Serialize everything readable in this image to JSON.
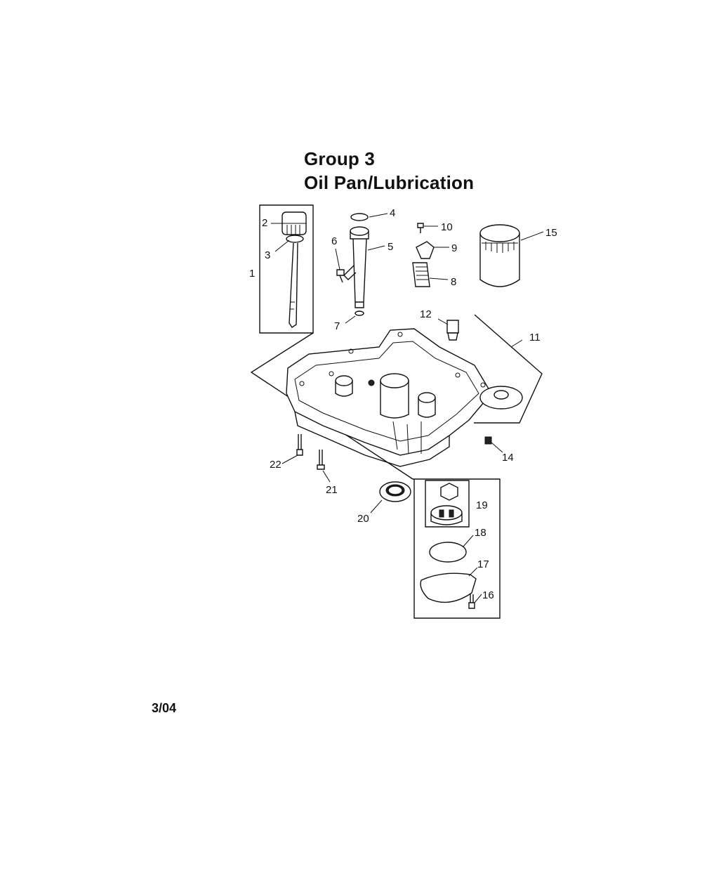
{
  "header": {
    "group": "Group 3",
    "section": "Oil Pan/Lubrication"
  },
  "footer": {
    "date_code": "3/04"
  },
  "callouts": [
    "1",
    "2",
    "3",
    "4",
    "5",
    "6",
    "7",
    "8",
    "9",
    "10",
    "11",
    "12",
    "14",
    "15",
    "16",
    "17",
    "18",
    "19",
    "20",
    "21",
    "22"
  ]
}
